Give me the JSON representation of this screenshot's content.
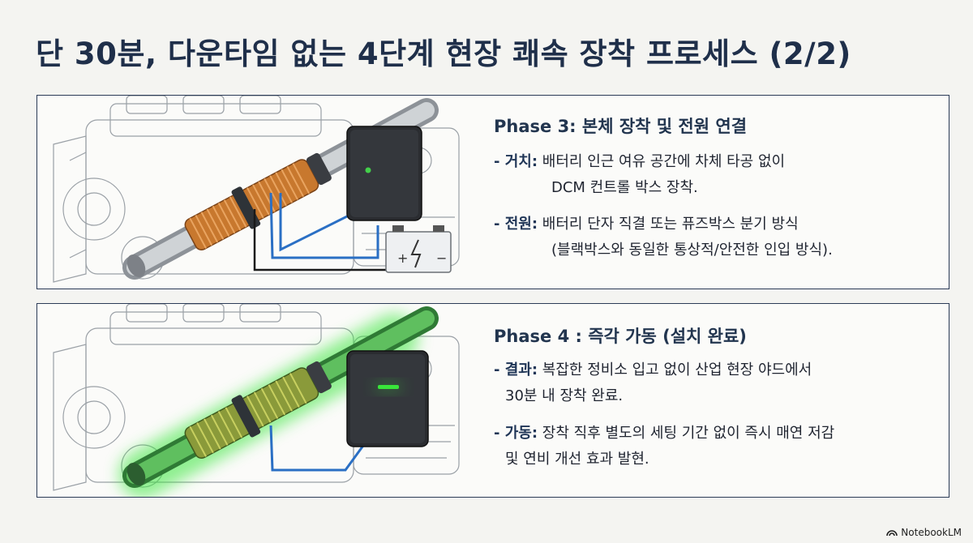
{
  "title": "단 30분, 다운타임 없는 4단계 현장 쾌속 장착 프로세스 (2/2)",
  "phase3": {
    "heading": "Phase 3: 본체 장착 및 전원 연결",
    "items": [
      {
        "label": "- 거치:",
        "line1": "배터리 인근 여유 공간에 차체 타공 없이",
        "line2": "DCM 컨트롤 박스 장착."
      },
      {
        "label": "- 전원:",
        "line1": "배터리 단자 직결 또는 퓨즈박스 분기 방식",
        "line2": "(블랙박스와 동일한 통상적/안전한 인입 방식)."
      }
    ]
  },
  "phase4": {
    "heading": "Phase 4 : 즉각 가동 (설치 완료)",
    "items": [
      {
        "label": "- 결과:",
        "line1": "복잡한 정비소 입고 없이 산업 현장 야드에서",
        "line2": "30분 내 장착 완료."
      },
      {
        "label": "- 가동:",
        "line1": "장착 직후 별도의 세팅 기간 없이 즉시 매연 저감",
        "line2": "및 연비 개선 효과 발현."
      }
    ]
  },
  "brand": "NotebookLM",
  "colors": {
    "title": "#1f2f4a",
    "copper": "#c8782e",
    "glow": "#39e53a",
    "wire_blue": "#2a6fc4",
    "box": "#2a2c30"
  },
  "icons": [
    "engine-illustration",
    "exhaust-pipe",
    "copper-coil",
    "control-box",
    "battery-icon",
    "notebooklm-logo-icon"
  ]
}
